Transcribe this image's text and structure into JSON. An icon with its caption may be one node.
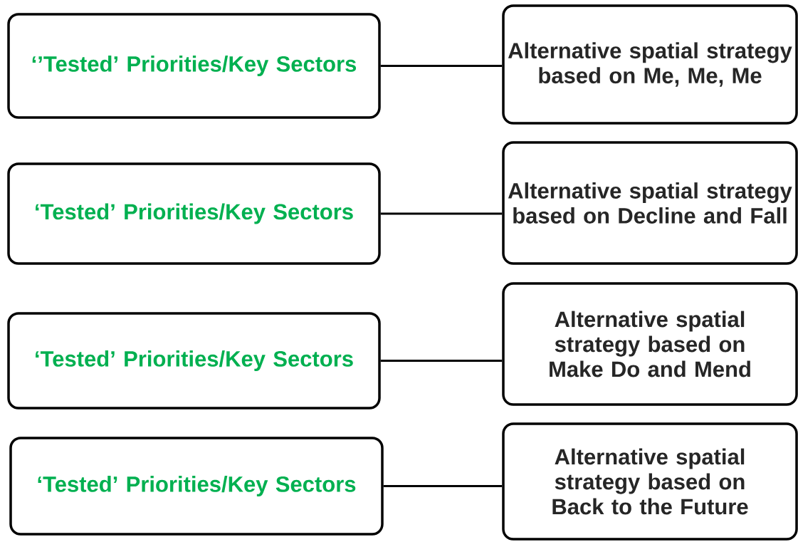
{
  "diagram": {
    "nodes": [
      {
        "text": [
          "‘’Tested’ Priorities/Key Sectors"
        ]
      },
      {
        "text": [
          "Alternative spatial strategy based on Me, Me, Me"
        ]
      },
      {
        "text": [
          "‘Tested’ Priorities/Key Sectors"
        ]
      },
      {
        "text": [
          "Alternative spatial strategy based on Decline and Fall"
        ]
      },
      {
        "text": [
          "‘Tested’ Priorities/Key Sectors"
        ]
      },
      {
        "text": [
          "Alternative spatial strategy based on Make Do and Mend"
        ]
      },
      {
        "text": [
          "‘Tested’ Priorities/Key Sectors"
        ]
      },
      {
        "text": [
          "Alternative spatial strategy based on Back to the Future"
        ]
      }
    ],
    "edges": [
      {
        "from": 0,
        "to": 1,
        "arrow": "none"
      },
      {
        "from": 2,
        "to": 3,
        "arrow": "none"
      },
      {
        "from": 4,
        "to": 5,
        "arrow": "none"
      },
      {
        "from": 6,
        "to": 7,
        "arrow": "none"
      }
    ]
  }
}
